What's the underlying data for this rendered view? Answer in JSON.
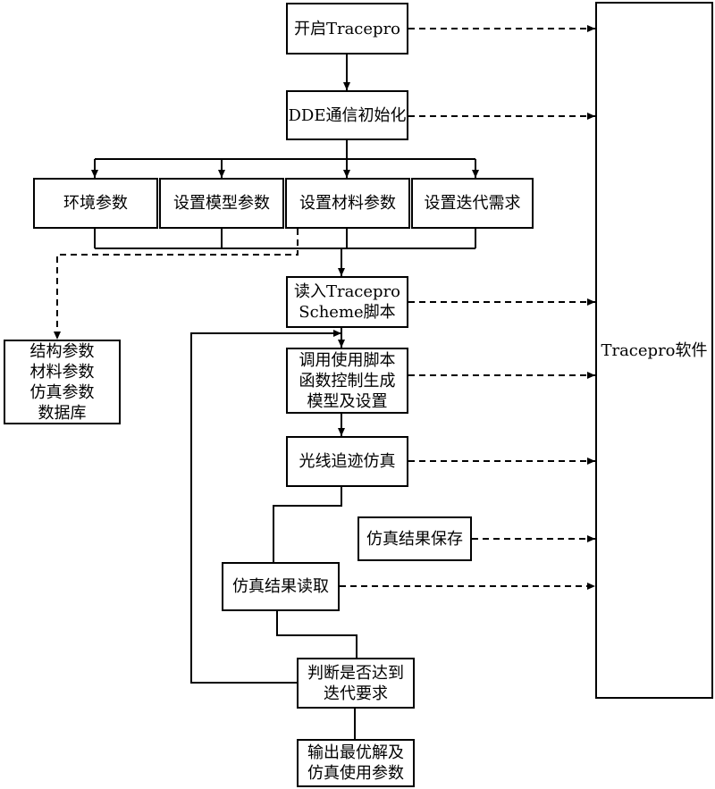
{
  "boxes": {
    "start": "开启Tracepro",
    "dde_init": "DDE通信初始化",
    "env_params": "环境参数",
    "model_params": "设置模型参数",
    "material_params": "设置材料参数",
    "iteration_req": "设置迭代需求",
    "read_script": [
      "读入Tracepro",
      "Scheme脚本"
    ],
    "database": [
      "结构参数",
      "材料参数",
      "仿真参数",
      "数据库"
    ],
    "call_script": [
      "调用使用脚本",
      "函数控制生成",
      "模型及设置"
    ],
    "ray_trace": "光线追迹仿真",
    "save_result": "仿真结果保存",
    "read_result": "仿真结果读取",
    "judge": [
      "判断是否达到",
      "迭代要求"
    ],
    "output": [
      "输出最优解及",
      "仿真使用参数"
    ],
    "tracepro_software": "Tracepro软件"
  }
}
